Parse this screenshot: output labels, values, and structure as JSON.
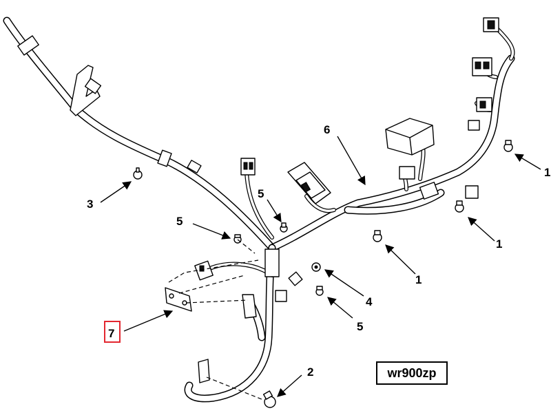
{
  "diagram": {
    "callouts": [
      {
        "id": "c1a",
        "label": "1"
      },
      {
        "id": "c1b",
        "label": "1"
      },
      {
        "id": "c1c",
        "label": "1"
      },
      {
        "id": "c2",
        "label": "2"
      },
      {
        "id": "c3",
        "label": "3"
      },
      {
        "id": "c4",
        "label": "4"
      },
      {
        "id": "c5a",
        "label": "5"
      },
      {
        "id": "c5b",
        "label": "5"
      },
      {
        "id": "c5c",
        "label": "5"
      },
      {
        "id": "c6",
        "label": "6"
      },
      {
        "id": "c7",
        "label": "7"
      }
    ],
    "highlighted_callout": "7",
    "highlight_color": "#e3262f",
    "reference_code": "wr900zp"
  }
}
